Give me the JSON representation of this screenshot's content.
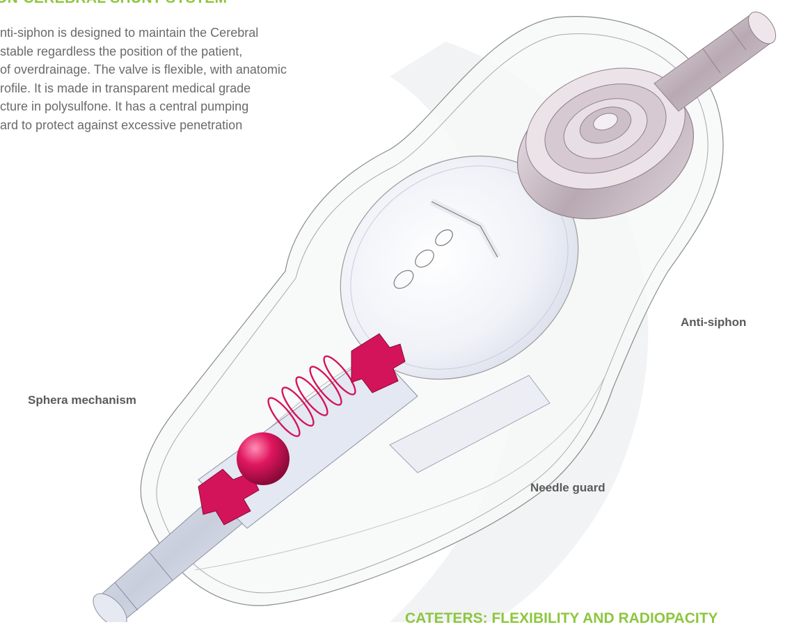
{
  "heading": "ON-CEREBRAL SHUNT SYSTEM",
  "intro_lines": [
    "nti-siphon is designed to maintain the Cerebral",
    "stable regardless the position of the patient,",
    "of overdrainage. The valve is flexible, with anatomic",
    "rofile. It is made in transparent medical grade",
    "cture in polysulfone. It has a central pumping",
    "ard to protect against excessive penetration"
  ],
  "labels": {
    "anti_siphon": "Anti-siphon",
    "sphera_mechanism": "Sphera mechanism",
    "needle_guard": "Needle guard"
  },
  "footer_heading": "CATETERS: FLEXIBILITY AND RADIOPACITY",
  "colors": {
    "accent_green": "#8dc63f",
    "body_text": "#6a6a6a",
    "label_text": "#5a5a5a",
    "mechanism_red": "#d4145a",
    "valve_outline": "#8a8a8a",
    "anti_siphon_metal": "#b8a9b2"
  }
}
